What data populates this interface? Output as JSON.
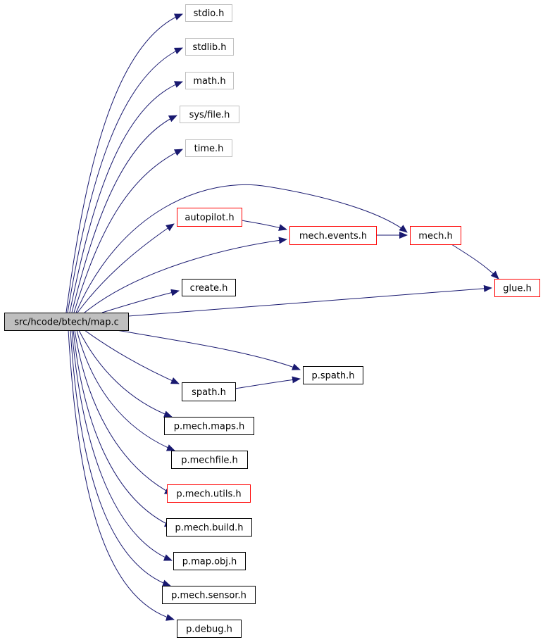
{
  "diagram": {
    "colors": {
      "edge": "#191970",
      "border_default": "#000000",
      "border_system": "#bfbfbf",
      "border_linked": "#ff0000",
      "root_fill": "#bfbfbf",
      "fill": "#ffffff"
    },
    "nodes": [
      {
        "id": "map_c",
        "label": "src/hcode/btech/map.c",
        "style": "root"
      },
      {
        "id": "stdio",
        "label": "stdio.h",
        "style": "system"
      },
      {
        "id": "stdlib",
        "label": "stdlib.h",
        "style": "system"
      },
      {
        "id": "math",
        "label": "math.h",
        "style": "system"
      },
      {
        "id": "sysfile",
        "label": "sys/file.h",
        "style": "system"
      },
      {
        "id": "time",
        "label": "time.h",
        "style": "system"
      },
      {
        "id": "autopilot",
        "label": "autopilot.h",
        "style": "linked"
      },
      {
        "id": "mechevents",
        "label": "mech.events.h",
        "style": "linked"
      },
      {
        "id": "mech",
        "label": "mech.h",
        "style": "linked"
      },
      {
        "id": "glue",
        "label": "glue.h",
        "style": "linked"
      },
      {
        "id": "create",
        "label": "create.h",
        "style": "default"
      },
      {
        "id": "pspath",
        "label": "p.spath.h",
        "style": "default"
      },
      {
        "id": "spath",
        "label": "spath.h",
        "style": "default"
      },
      {
        "id": "pmechmaps",
        "label": "p.mech.maps.h",
        "style": "default"
      },
      {
        "id": "pmechfile",
        "label": "p.mechfile.h",
        "style": "default"
      },
      {
        "id": "pmechutils",
        "label": "p.mech.utils.h",
        "style": "linked"
      },
      {
        "id": "pmechbuild",
        "label": "p.mech.build.h",
        "style": "default"
      },
      {
        "id": "pmapobj",
        "label": "p.map.obj.h",
        "style": "default"
      },
      {
        "id": "pmechsensor",
        "label": "p.mech.sensor.h",
        "style": "default"
      },
      {
        "id": "pdebug",
        "label": "p.debug.h",
        "style": "default"
      }
    ],
    "edges": [
      {
        "from": "map_c",
        "to": "stdio"
      },
      {
        "from": "map_c",
        "to": "stdlib"
      },
      {
        "from": "map_c",
        "to": "math"
      },
      {
        "from": "map_c",
        "to": "sysfile"
      },
      {
        "from": "map_c",
        "to": "time"
      },
      {
        "from": "map_c",
        "to": "mech"
      },
      {
        "from": "map_c",
        "to": "autopilot"
      },
      {
        "from": "map_c",
        "to": "mechevents"
      },
      {
        "from": "map_c",
        "to": "create"
      },
      {
        "from": "map_c",
        "to": "glue"
      },
      {
        "from": "map_c",
        "to": "pspath"
      },
      {
        "from": "map_c",
        "to": "spath"
      },
      {
        "from": "map_c",
        "to": "pmechmaps"
      },
      {
        "from": "map_c",
        "to": "pmechfile"
      },
      {
        "from": "map_c",
        "to": "pmechutils"
      },
      {
        "from": "map_c",
        "to": "pmechbuild"
      },
      {
        "from": "map_c",
        "to": "pmapobj"
      },
      {
        "from": "map_c",
        "to": "pmechsensor"
      },
      {
        "from": "map_c",
        "to": "pdebug"
      },
      {
        "from": "autopilot",
        "to": "mechevents"
      },
      {
        "from": "mechevents",
        "to": "mech"
      },
      {
        "from": "mech",
        "to": "glue"
      },
      {
        "from": "spath",
        "to": "pspath"
      }
    ]
  }
}
